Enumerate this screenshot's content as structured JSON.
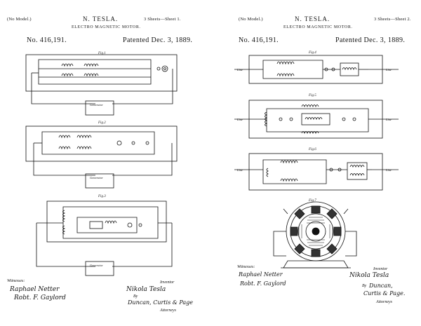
{
  "sheet1": {
    "model": "(No Model.)",
    "inventor": "N. TESLA.",
    "sheets": "3 Sheets—Sheet 1.",
    "title": "ELECTRO MAGNETIC MOTOR.",
    "number": "No. 416,191.",
    "patented": "Patented Dec. 3, 1889.",
    "fig1": "Fig.1",
    "fig2": "Fig.2",
    "fig3": "Fig.3",
    "generator": "Generator",
    "witnesses": "Witnesses:",
    "inventor_label": "Inventor",
    "witness1": "Raphael Netter",
    "witness2": "Robt. F. Gaylord",
    "sig_inventor": "Nikola Tesla",
    "by": "By",
    "attorneys_sig": "Duncan, Curtis & Page",
    "attorneys": "Attorneys"
  },
  "sheet2": {
    "model": "(No Model.)",
    "inventor": "N. TESLA.",
    "sheets": "3 Sheets—Sheet 2.",
    "title": "ELECTRO MAGNETIC MOTOR.",
    "number": "No. 416,191.",
    "patented": "Patented Dec. 3, 1889.",
    "fig4": "Fig.4",
    "fig5": "Fig.5",
    "fig6": "Fig.6",
    "fig7": "Fig.7",
    "line": "Line",
    "witnesses": "Witnesses:",
    "inventor_label": "Inventor",
    "witness1": "Raphael Netter",
    "witness2": "Robt. F. Gaylord",
    "sig_inventor": "Nikola Tesla",
    "by": "By",
    "attorneys_sig1": "Duncan,",
    "attorneys_sig2": "Curtis & Page.",
    "attorneys": "Attorneys"
  }
}
